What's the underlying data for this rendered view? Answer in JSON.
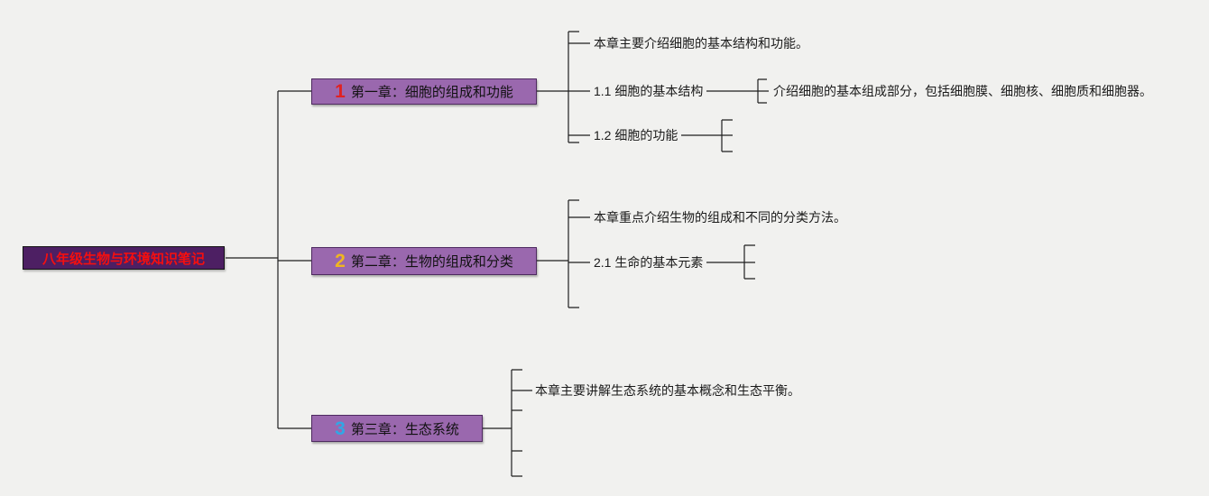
{
  "mindmap": {
    "root": {
      "label": "八年级生物与环境知识笔记"
    },
    "chapters": [
      {
        "number": "1",
        "number_color": "#e02222",
        "label": "第一章：细胞的组成和功能",
        "children": [
          {
            "label": "本章主要介绍细胞的基本结构和功能。"
          },
          {
            "label": "1.1 细胞的基本结构",
            "children": [
              {
                "label": "介绍细胞的基本组成部分，包括细胞膜、细胞核、细胞质和细胞器。"
              }
            ]
          },
          {
            "label": "1.2 细胞的功能"
          }
        ]
      },
      {
        "number": "2",
        "number_color": "#f0b61f",
        "label": "第二章：生物的组成和分类",
        "children": [
          {
            "label": "本章重点介绍生物的组成和不同的分类方法。"
          },
          {
            "label": "2.1 生命的基本元素"
          }
        ]
      },
      {
        "number": "3",
        "number_color": "#31a7e5",
        "label": "第三章：生态系统",
        "children": [
          {
            "label": "本章主要讲解生态系统的基本概念和生态平衡。"
          }
        ]
      }
    ]
  },
  "colors": {
    "background": "#f1f1ef",
    "chapter_fill": "#9a68ae",
    "chapter_border": "#4e2a60",
    "root_fill": "#4d1f63",
    "root_text": "#f50f0f",
    "line": "#1f1f1f"
  }
}
